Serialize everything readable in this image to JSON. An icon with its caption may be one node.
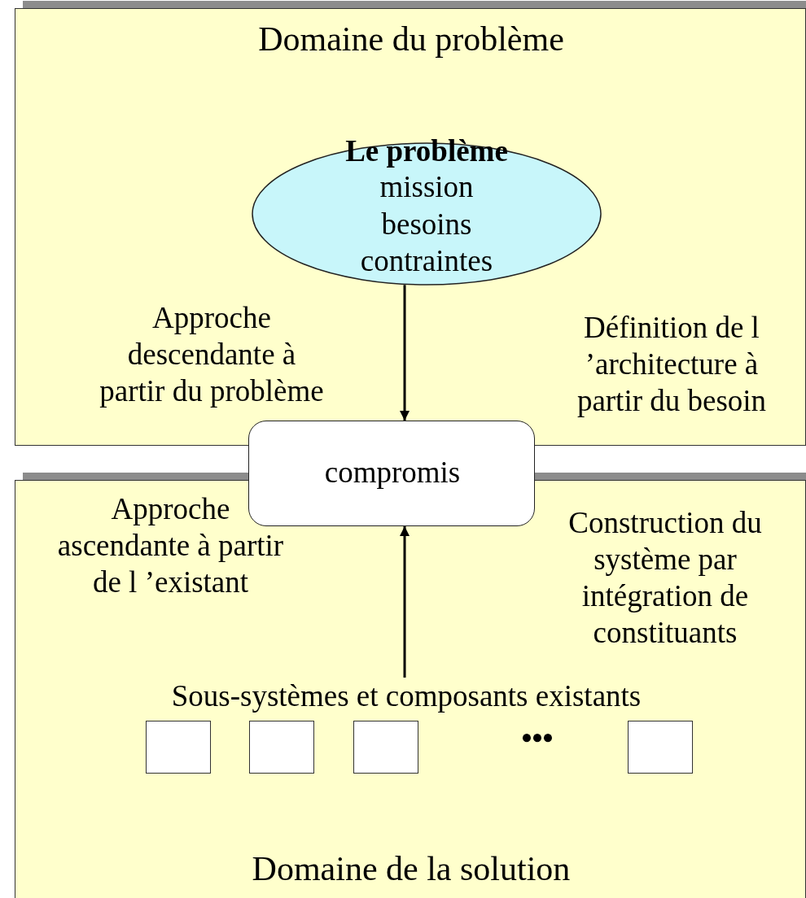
{
  "diagram": {
    "nodes": [
      {
        "text": [
          "Domaine du problème"
        ]
      },
      {
        "text": [
          "Le problème",
          "mission besoins contraintes"
        ],
        "in": 0
      },
      {
        "text": [
          "compromis"
        ]
      },
      {
        "text": [
          "Domaine de la solution"
        ]
      },
      {
        "text": [
          "Sous-systèmes et composants existants"
        ],
        "in": 3
      },
      {
        "text": [],
        "shape": "box",
        "in": 3
      },
      {
        "text": [],
        "shape": "box",
        "in": 3
      },
      {
        "text": [],
        "shape": "box",
        "in": 3
      },
      {
        "text": [],
        "shape": "box",
        "in": 3
      }
    ],
    "edges": [
      {
        "from": 1,
        "to": 2,
        "arrow": "to"
      },
      {
        "from": 4,
        "to": 2,
        "arrow": "to"
      }
    ],
    "labels": [
      "Approche descendante à partir du problème",
      "Définition de l ’architecture à partir du besoin",
      "Approche ascendante à partir de l ’existant",
      "Construction du système par intégration de constituants",
      "•••"
    ]
  }
}
